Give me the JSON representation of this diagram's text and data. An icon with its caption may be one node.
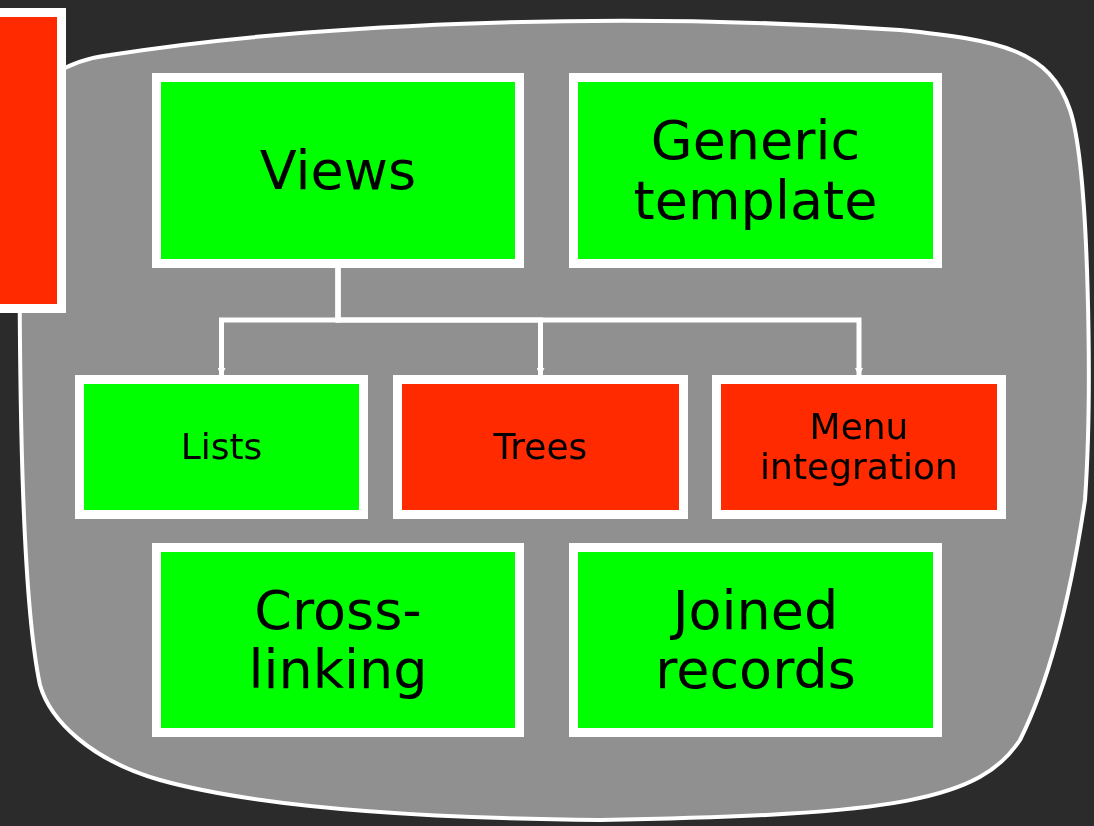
{
  "diagram": {
    "nodes": [
      {
        "text": [],
        "shape": "box"
      },
      {
        "text": [],
        "shape": "blob"
      },
      {
        "text": [
          "Views"
        ],
        "in": 1
      },
      {
        "text": [
          "Generic template"
        ],
        "in": 1
      },
      {
        "text": [
          "Lists"
        ],
        "in": 1
      },
      {
        "text": [
          "Trees"
        ],
        "in": 1
      },
      {
        "text": [
          "Menu integration"
        ],
        "in": 1
      },
      {
        "text": [
          "Cross-linking"
        ],
        "in": 1
      },
      {
        "text": [
          "Joined records"
        ],
        "in": 1
      }
    ],
    "edges": [
      {
        "from": 2,
        "to": 4,
        "arrow": "to"
      },
      {
        "from": 2,
        "to": 5,
        "arrow": "to"
      },
      {
        "from": 2,
        "to": 6,
        "arrow": "to"
      }
    ]
  }
}
